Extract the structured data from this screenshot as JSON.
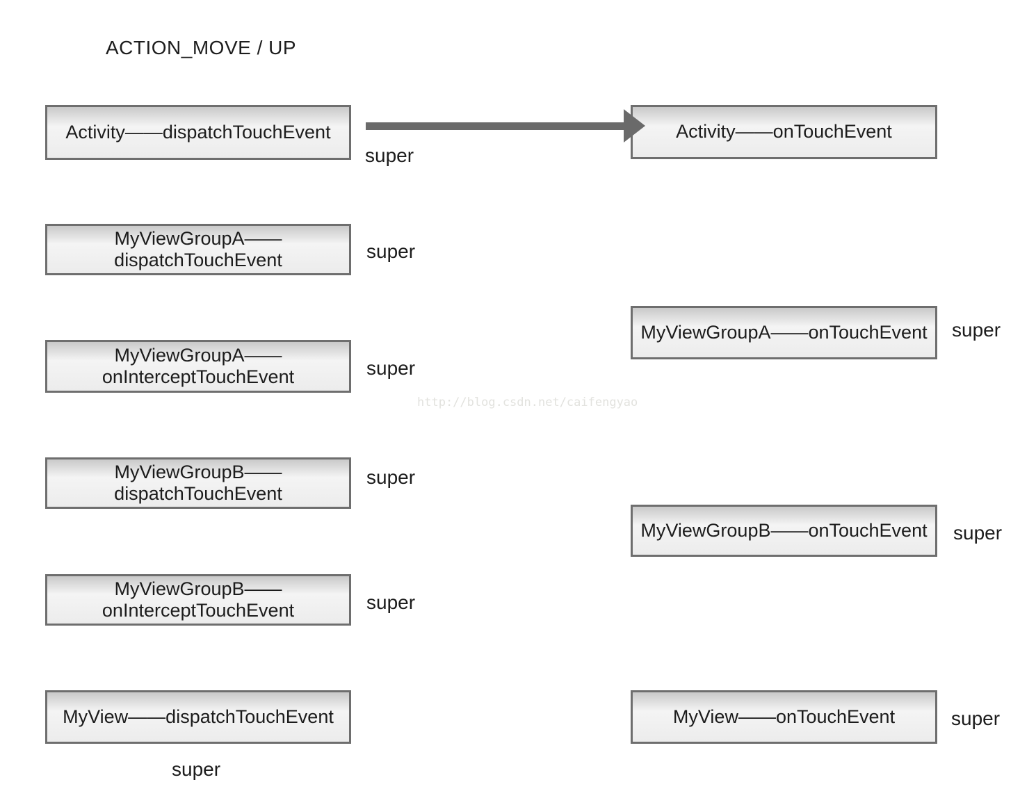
{
  "title": "ACTION_MOVE / UP",
  "watermark": "http://blog.csdn.net/caifengyao",
  "colors": {
    "box_border": "#6e6e6e",
    "box_fill_top": "#c9c9c9",
    "box_fill_bottom": "#ececec",
    "arrow": "#6a6a6a",
    "text": "#1c1c1c",
    "watermark_text": "#e2e2de"
  },
  "arrow": {
    "description": "thick gray arrow pointing right from Activity dispatchTouchEvent to Activity onTouchEvent"
  },
  "left_column": {
    "boxes": [
      {
        "label": "Activity——dispatchTouchEvent",
        "super_label": "super"
      },
      {
        "label": "MyViewGroupA——\ndispatchTouchEvent",
        "super_label": "super"
      },
      {
        "label": "MyViewGroupA——\nonInterceptTouchEvent",
        "super_label": "super"
      },
      {
        "label": "MyViewGroupB——\ndispatchTouchEvent",
        "super_label": "super"
      },
      {
        "label": "MyViewGroupB——\nonInterceptTouchEvent",
        "super_label": "super"
      },
      {
        "label": "MyView——dispatchTouchEvent",
        "super_label": "super"
      }
    ]
  },
  "right_column": {
    "boxes": [
      {
        "label": "Activity——onTouchEvent"
      },
      {
        "label": "MyViewGroupA——onTouchEvent",
        "super_label": "super"
      },
      {
        "label": "MyViewGroupB——onTouchEvent",
        "super_label": "super"
      },
      {
        "label": "MyView——onTouchEvent",
        "super_label": "super"
      }
    ]
  }
}
